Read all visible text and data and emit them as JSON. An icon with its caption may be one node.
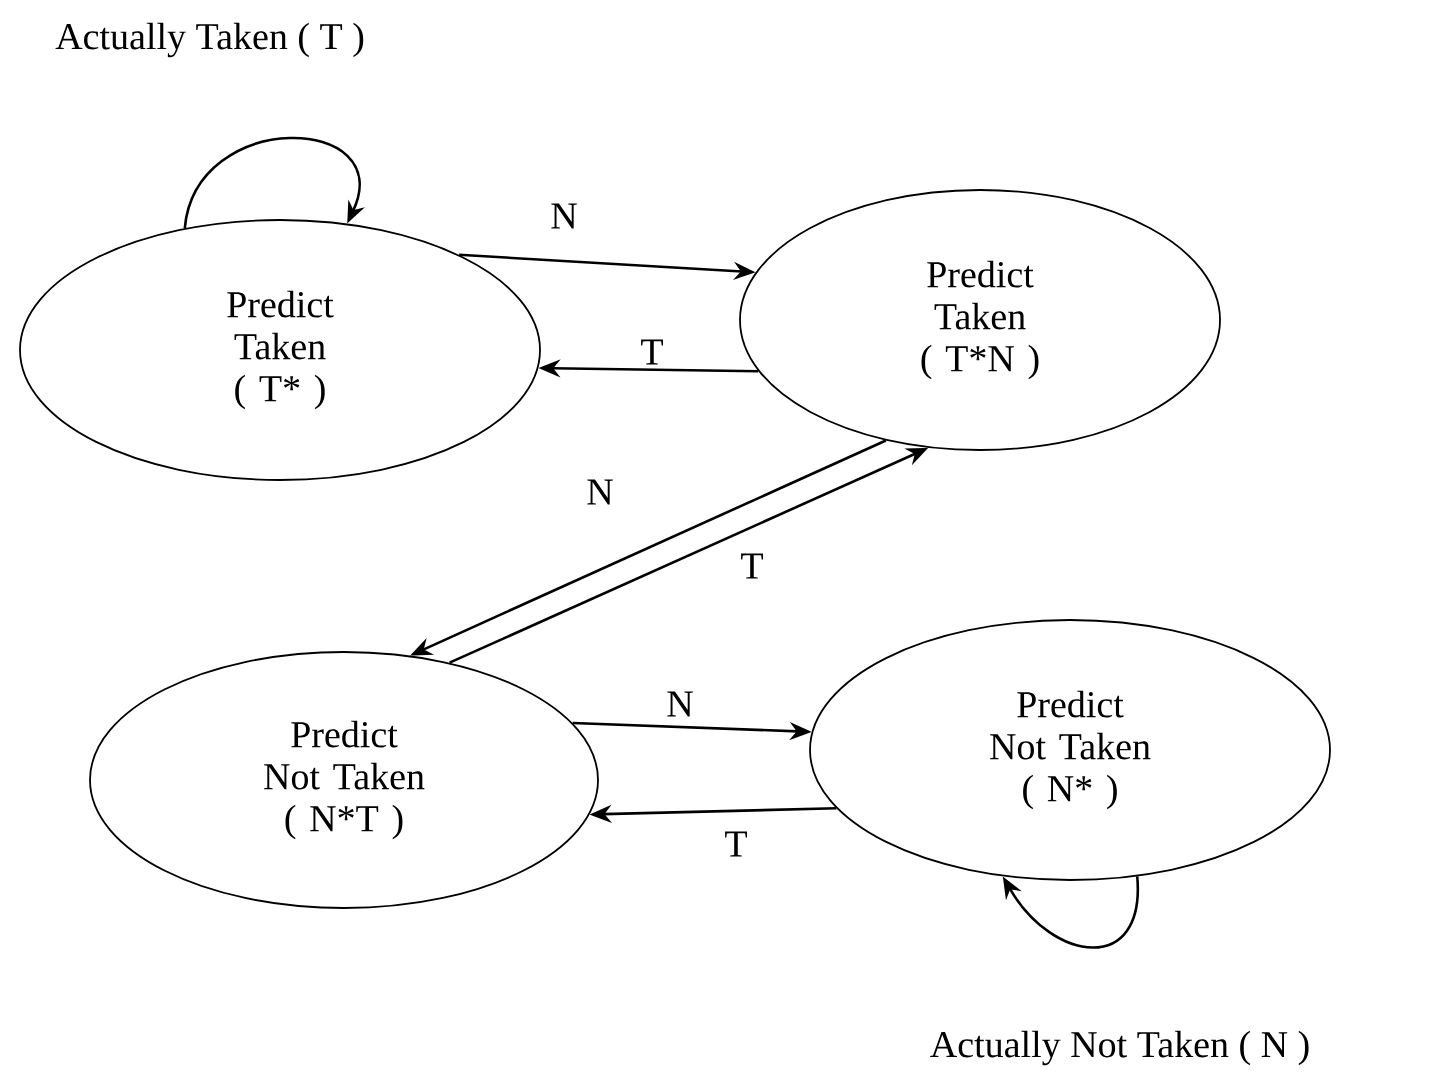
{
  "diagram": {
    "nodes": [
      {
        "text": [
          "Predict Taken",
          "( T* )"
        ]
      },
      {
        "text": [
          "Predict Taken",
          "( T*N )"
        ]
      },
      {
        "text": [
          "Predict Not Taken",
          "( N*T )"
        ]
      },
      {
        "text": [
          "Predict Not Taken",
          "( N* )"
        ]
      }
    ],
    "edges": [
      {
        "from": 0,
        "to": 0,
        "arrow": "to",
        "label": "Actually Taken ( T )"
      },
      {
        "from": 0,
        "to": 1,
        "arrow": "to",
        "label": "N"
      },
      {
        "from": 1,
        "to": 0,
        "arrow": "to",
        "label": "T"
      },
      {
        "from": 1,
        "to": 2,
        "arrow": "to",
        "label": "N"
      },
      {
        "from": 2,
        "to": 1,
        "arrow": "to",
        "label": "T"
      },
      {
        "from": 2,
        "to": 3,
        "arrow": "to",
        "label": "N"
      },
      {
        "from": 3,
        "to": 2,
        "arrow": "to",
        "label": "T"
      },
      {
        "from": 3,
        "to": 3,
        "arrow": "to",
        "label": "Actually Not Taken ( N )"
      }
    ]
  }
}
